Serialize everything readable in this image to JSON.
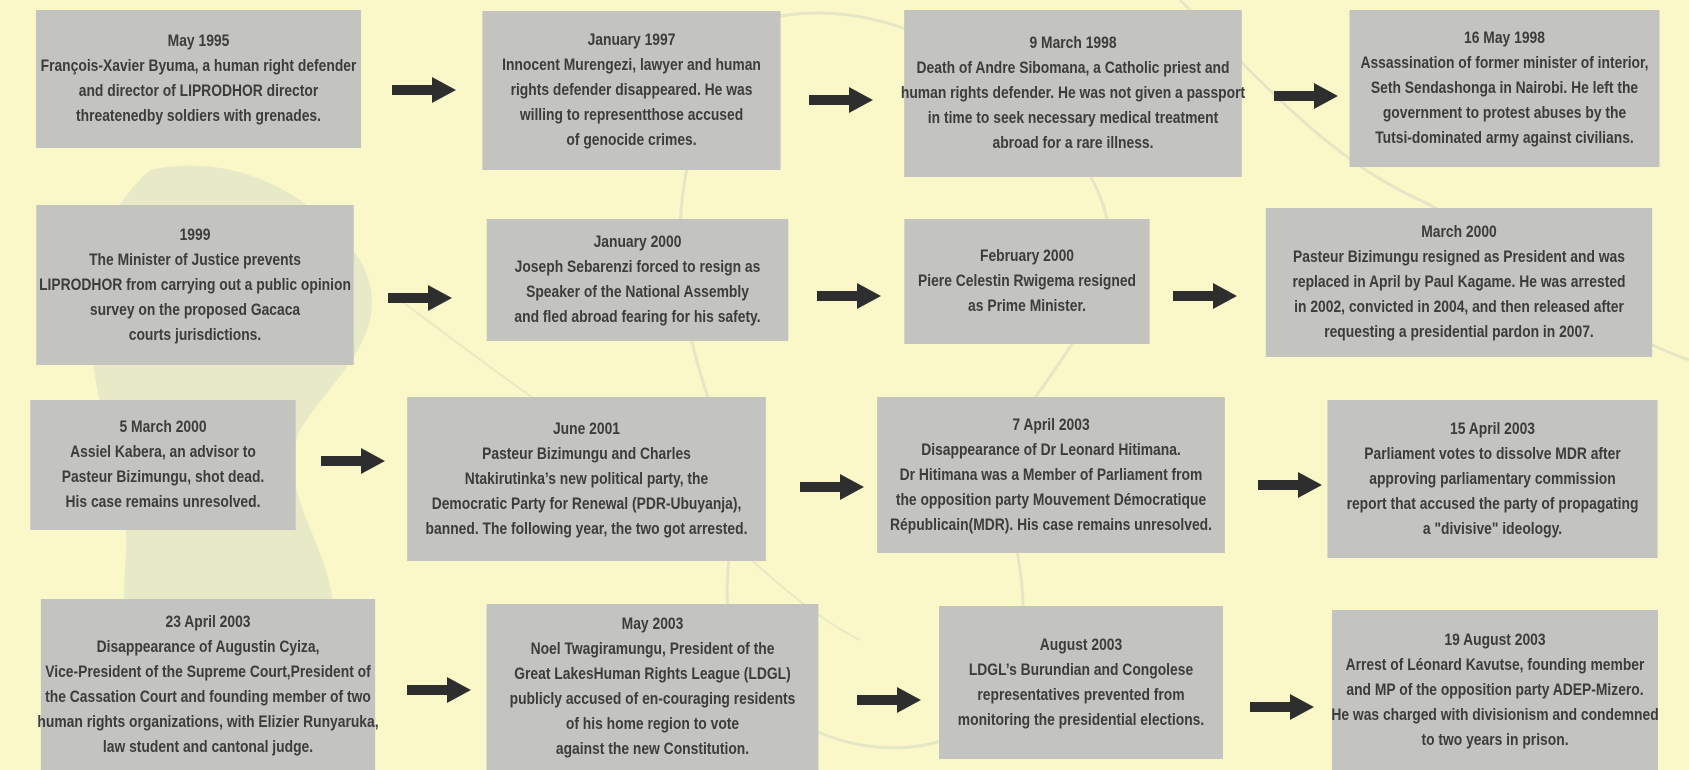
{
  "events": [
    {
      "lines": [
        "May 1995",
        "François-Xavier Byuma, a human right defender",
        "and director of LIPRODHOR director",
        "threatenedby soldiers with grenades."
      ]
    },
    {
      "lines": [
        "January 1997",
        "Innocent Murengezi, lawyer and human",
        "rights defender disappeared. He was",
        "willing to representthose accused",
        "of genocide crimes."
      ]
    },
    {
      "lines": [
        "9 March 1998",
        "Death of Andre Sibomana, a Catholic priest and",
        "human rights defender. He was not given a passport",
        "in time to seek necessary medical treatment",
        "abroad for a rare illness."
      ]
    },
    {
      "lines": [
        "16 May 1998",
        "Assassination of former minister of interior,",
        "Seth Sendashonga in Nairobi. He left the",
        "government to protest abuses by the",
        "Tutsi-dominated army against civilians."
      ]
    },
    {
      "lines": [
        "1999",
        "The Minister of Justice prevents",
        "LIPRODHOR from carrying out a  public opinion",
        "survey on the proposed Gacaca",
        "courts jurisdictions."
      ]
    },
    {
      "lines": [
        "January 2000",
        "Joseph Sebarenzi forced to resign as",
        "Speaker of the National Assembly",
        "and fled abroad fearing for his safety."
      ]
    },
    {
      "lines": [
        "February 2000",
        "Piere Celestin Rwigema resigned",
        "as Prime Minister."
      ]
    },
    {
      "lines": [
        "March 2000",
        "Pasteur Bizimungu resigned as President and was",
        "replaced in April by Paul Kagame. He was arrested",
        "in 2002, convicted in 2004, and then released after",
        "requesting a presidential pardon in 2007."
      ]
    },
    {
      "lines": [
        "5 March 2000",
        "Assiel Kabera, an advisor to",
        "Pasteur Bizimungu, shot dead.",
        "His case remains unresolved."
      ]
    },
    {
      "lines": [
        "June 2001",
        "Pasteur Bizimungu and Charles",
        "Ntakirutinka’s new political party, the",
        "Democratic Party for Renewal (PDR-Ubuyanja),",
        "banned. The following year, the two got arrested."
      ]
    },
    {
      "lines": [
        "7 April 2003",
        "Disappearance of Dr Leonard Hitimana.",
        "Dr Hitimana was a Member of Parliament from",
        "the opposition party Mouvement Démocratique",
        "Républicain(MDR). His case remains unresolved."
      ]
    },
    {
      "lines": [
        "15 April 2003",
        "Parliament votes to dissolve MDR after",
        "approving parliamentary commission",
        "report that accused the party of propagating",
        "a \"divisive\" ideology."
      ]
    },
    {
      "lines": [
        "23 April 2003",
        "Disappearance of Augustin Cyiza,",
        "Vice-President of the Supreme Court,President of",
        "the Cassation Court and founding member of two",
        "human rights organizations, with Elizier Runyaruka,",
        "law student and cantonal judge."
      ]
    },
    {
      "lines": [
        "May 2003",
        "Noel Twagiramungu, President of the",
        "Great LakesHuman Rights League (LDGL)",
        "publicly accused of en-couraging residents",
        "of his home region to vote",
        "against the new Constitution."
      ]
    },
    {
      "lines": [
        "August 2003",
        "LDGL’s Burundian and Congolese",
        "representatives prevented from",
        "monitoring the presidential elections."
      ]
    },
    {
      "lines": [
        "19 August 2003",
        "Arrest of Léonard Kavutse, founding member",
        "and MP of the opposition party ADEP-Mizero.",
        "He was charged with divisionism and condemned",
        "to two years in prison."
      ]
    }
  ],
  "colors": {
    "background": "#faf8c8",
    "box": "#c3c3c0",
    "text": "#3c3c3c",
    "arrow": "#2e2e2e",
    "map": "#e2e6cc"
  }
}
